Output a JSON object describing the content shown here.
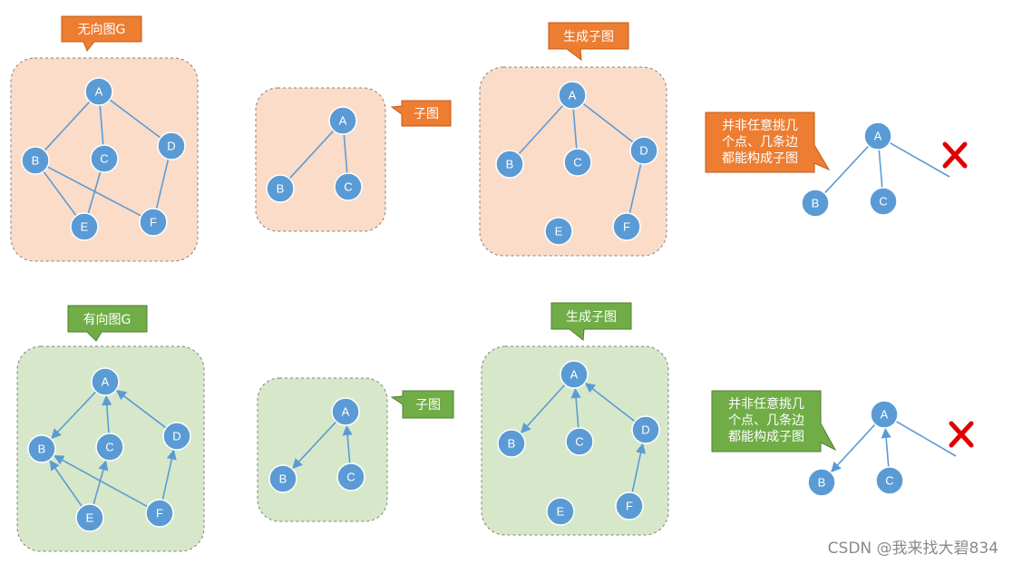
{
  "colors": {
    "node_fill": "#5b9bd5",
    "node_stroke": "#ffffff",
    "edge": "#5b9bd5",
    "orange_panel": "#fbdcc9",
    "orange_callout": "#ed7d31",
    "green_panel": "#d6e8c9",
    "green_callout": "#70ad47",
    "cross": "#e00000"
  },
  "callouts": {
    "undirected_title": "无向图G",
    "undirected_subgraph": "子图",
    "undirected_spanning": "生成子图",
    "directed_title": "有向图G",
    "directed_subgraph": "子图",
    "directed_spanning": "生成子图"
  },
  "notes": {
    "top": [
      "并非任意挑几",
      "个点、几条边",
      "都能构成子图"
    ],
    "bottom": [
      "并非任意挑几",
      "个点、几条边",
      "都能构成子图"
    ]
  },
  "graphs": {
    "g1": {
      "nodes": {
        "A": "A",
        "B": "B",
        "C": "C",
        "D": "D",
        "E": "E",
        "F": "F"
      },
      "edges": [
        [
          "A",
          "B"
        ],
        [
          "A",
          "C"
        ],
        [
          "A",
          "D"
        ],
        [
          "B",
          "E"
        ],
        [
          "B",
          "F"
        ],
        [
          "C",
          "E"
        ],
        [
          "D",
          "F"
        ]
      ],
      "directed": false
    },
    "g2": {
      "nodes": {
        "A": "A",
        "B": "B",
        "C": "C"
      },
      "edges": [
        [
          "A",
          "B"
        ],
        [
          "A",
          "C"
        ]
      ],
      "directed": false
    },
    "g3": {
      "nodes": {
        "A": "A",
        "B": "B",
        "C": "C",
        "D": "D",
        "E": "E",
        "F": "F"
      },
      "edges": [
        [
          "A",
          "B"
        ],
        [
          "A",
          "C"
        ],
        [
          "A",
          "D"
        ],
        [
          "D",
          "F"
        ]
      ],
      "directed": false
    },
    "g4": {
      "nodes": {
        "A": "A",
        "B": "B",
        "C": "C"
      },
      "edges": [
        [
          "A",
          "B"
        ],
        [
          "A",
          "C"
        ]
      ],
      "dangling": true,
      "directed": false
    },
    "g5": {
      "nodes": {
        "A": "A",
        "B": "B",
        "C": "C",
        "D": "D",
        "E": "E",
        "F": "F"
      },
      "edges": [
        [
          "A",
          "B"
        ],
        [
          "C",
          "A"
        ],
        [
          "D",
          "A"
        ],
        [
          "E",
          "B"
        ],
        [
          "E",
          "C"
        ],
        [
          "F",
          "B"
        ],
        [
          "F",
          "D"
        ]
      ],
      "directed": true
    },
    "g6": {
      "nodes": {
        "A": "A",
        "B": "B",
        "C": "C"
      },
      "edges": [
        [
          "A",
          "B"
        ],
        [
          "C",
          "A"
        ]
      ],
      "directed": true
    },
    "g7": {
      "nodes": {
        "A": "A",
        "B": "B",
        "C": "C",
        "D": "D",
        "E": "E",
        "F": "F"
      },
      "edges": [
        [
          "A",
          "B"
        ],
        [
          "C",
          "A"
        ],
        [
          "D",
          "A"
        ],
        [
          "F",
          "D"
        ]
      ],
      "directed": true
    },
    "g8": {
      "nodes": {
        "A": "A",
        "B": "B",
        "C": "C"
      },
      "edges": [
        [
          "A",
          "B"
        ],
        [
          "C",
          "A"
        ]
      ],
      "dangling": true,
      "directed": true
    }
  },
  "watermark": "CSDN @我来找大碧834"
}
